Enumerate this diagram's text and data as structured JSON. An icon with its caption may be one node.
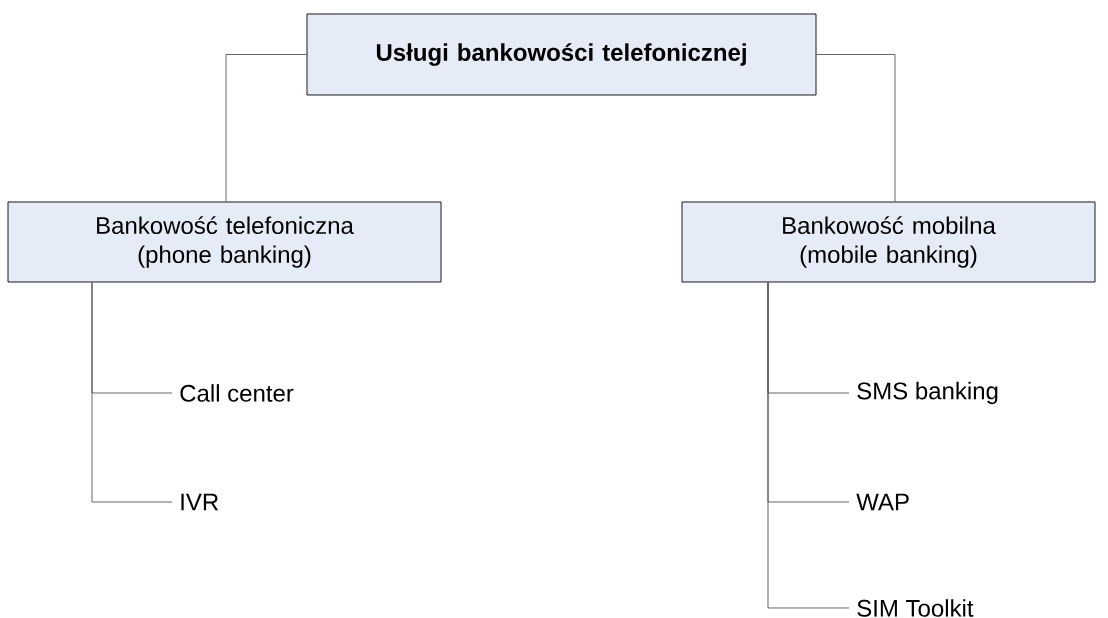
{
  "diagram": {
    "nodes": [
      {
        "text": [
          "Usługi bankowości telefonicznej"
        ]
      },
      {
        "text": [
          "Bankowość telefoniczna (phone banking)"
        ]
      },
      {
        "text": [
          "Bankowość mobilna (mobile banking)"
        ]
      },
      {
        "text": [
          "Call center"
        ]
      },
      {
        "text": [
          "IVR"
        ]
      },
      {
        "text": [
          "SMS banking"
        ]
      },
      {
        "text": [
          "WAP"
        ]
      },
      {
        "text": [
          "SIM Toolkit"
        ]
      }
    ],
    "edges": [
      {
        "from": 0,
        "to": 1,
        "arrow": "none"
      },
      {
        "from": 0,
        "to": 2,
        "arrow": "none"
      },
      {
        "from": 1,
        "to": 3,
        "arrow": "none"
      },
      {
        "from": 1,
        "to": 4,
        "arrow": "none"
      },
      {
        "from": 2,
        "to": 5,
        "arrow": "none"
      },
      {
        "from": 2,
        "to": 6,
        "arrow": "none"
      },
      {
        "from": 2,
        "to": 7,
        "arrow": "none"
      }
    ]
  }
}
